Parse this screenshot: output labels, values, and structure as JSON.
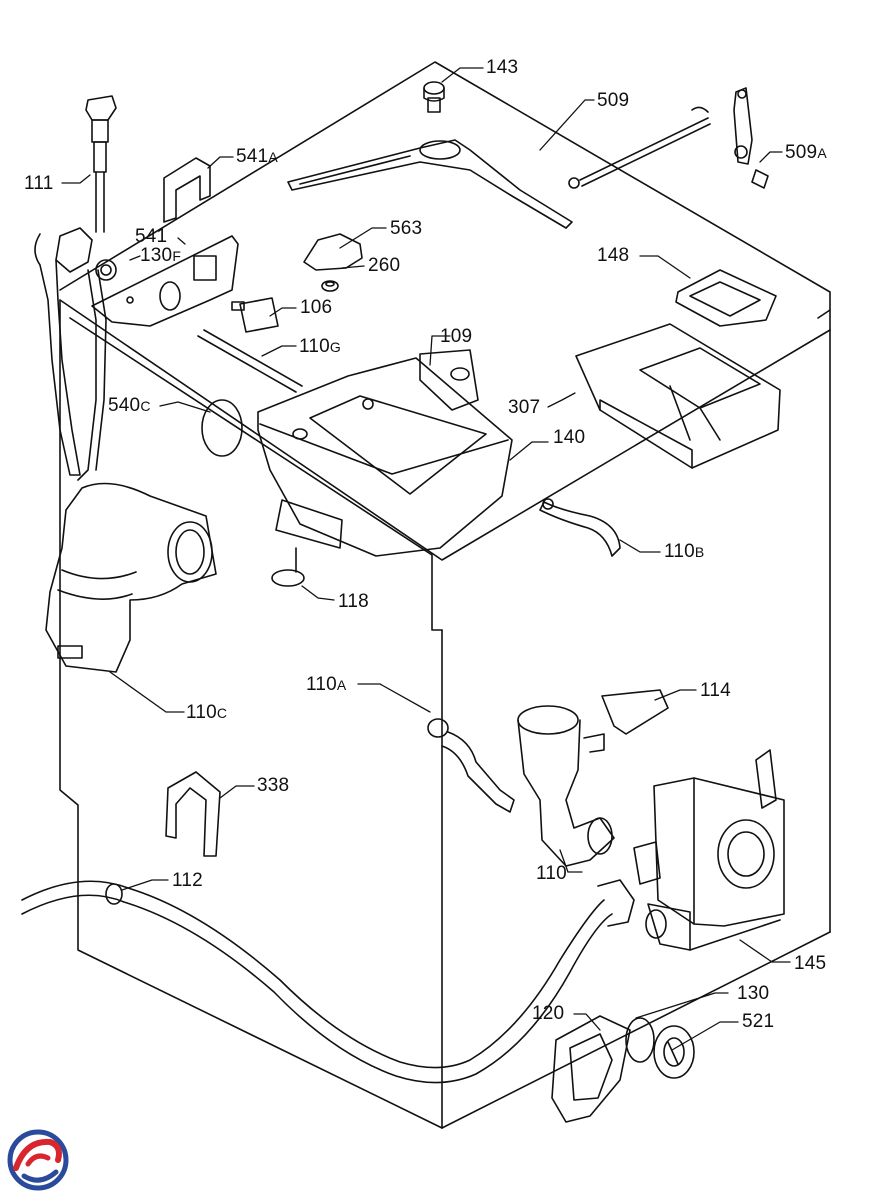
{
  "callouts": [
    {
      "id": "143",
      "num": "143",
      "suffix": ""
    },
    {
      "id": "509",
      "num": "509",
      "suffix": ""
    },
    {
      "id": "509A",
      "num": "509",
      "suffix": "A"
    },
    {
      "id": "541A",
      "num": "541",
      "suffix": "A"
    },
    {
      "id": "111",
      "num": "111",
      "suffix": ""
    },
    {
      "id": "541",
      "num": "541",
      "suffix": ""
    },
    {
      "id": "130F",
      "num": "130",
      "suffix": "F"
    },
    {
      "id": "563",
      "num": "563",
      "suffix": ""
    },
    {
      "id": "260",
      "num": "260",
      "suffix": ""
    },
    {
      "id": "148",
      "num": "148",
      "suffix": ""
    },
    {
      "id": "106",
      "num": "106",
      "suffix": ""
    },
    {
      "id": "109",
      "num": "109",
      "suffix": ""
    },
    {
      "id": "110G",
      "num": "110",
      "suffix": "G"
    },
    {
      "id": "307",
      "num": "307",
      "suffix": ""
    },
    {
      "id": "540C",
      "num": "540",
      "suffix": "C"
    },
    {
      "id": "140",
      "num": "140",
      "suffix": ""
    },
    {
      "id": "110B",
      "num": "110",
      "suffix": "B"
    },
    {
      "id": "118",
      "num": "118",
      "suffix": ""
    },
    {
      "id": "110A",
      "num": "110",
      "suffix": "A"
    },
    {
      "id": "114",
      "num": "114",
      "suffix": ""
    },
    {
      "id": "110C",
      "num": "110",
      "suffix": "C"
    },
    {
      "id": "338",
      "num": "338",
      "suffix": ""
    },
    {
      "id": "112",
      "num": "112",
      "suffix": ""
    },
    {
      "id": "110",
      "num": "110",
      "suffix": ""
    },
    {
      "id": "145",
      "num": "145",
      "suffix": ""
    },
    {
      "id": "130",
      "num": "130",
      "suffix": ""
    },
    {
      "id": "120",
      "num": "120",
      "suffix": ""
    },
    {
      "id": "521",
      "num": "521",
      "suffix": ""
    }
  ],
  "logo": {
    "icon": "brand-swirl-logo",
    "colors": [
      "#d8262e",
      "#2a4a9b"
    ]
  }
}
